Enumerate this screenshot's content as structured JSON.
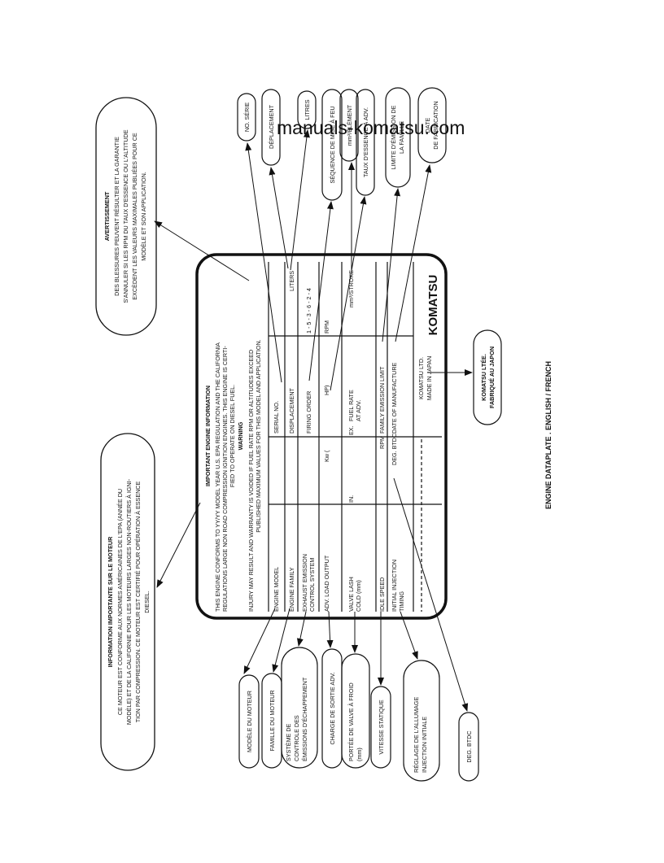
{
  "watermark": "manuals-komatsu.com",
  "caption": "ENGINE DATAPLATE . ENGLISH / FRENCH",
  "plate": {
    "header": "IMPORTANT ENGINE INFORMATION",
    "intro_1": "THIS ENGINE CONFORMS TO YY/YY MODEL YEAR U.S. EPA REGULATION AND THE CALIFORNIA",
    "intro_2": "REGULATIONS LARGE NON ROAD COMPRESSION IGNITION ENGINES. THIS ENGINE IS CERTI-",
    "intro_3": "FIED TO OPERATE ON DIESEL FUEL.",
    "warning_title": "WARNING",
    "warning_1": "INJURY MAY RESULT AND WARRANTY IS VOIDED IF FUEL RATE RPM OR ALTITUDES EXCEED",
    "warning_2": "PUBLISHED MAXIMUM VALUES FOR THIS MODEL AND APPLICATION.",
    "engine_model": "ENGINE MODEL",
    "serial_no": "SERIAL NO.",
    "engine_family": "ENGINE FAMILY",
    "displacement": "DISPLACEMENT",
    "liters": "LITERS",
    "exhaust_1": "EXHAUST EMISSION",
    "exhaust_2": "CONTROL SYSTEM",
    "firing_order": "FIRING ORDER",
    "firing_sequence": "1 - 5 - 3 - 6 - 2 - 4",
    "load_output": "ADV. LOAD OUTPUT",
    "kw": "Kw    (",
    "hp": "HP)",
    "rpm_load": "RPM",
    "valve_1": "VALVE LASH",
    "valve_2": "COLD (mm)",
    "in": "IN.",
    "ex": "EX.",
    "fuel_1": "FUEL RATE",
    "fuel_2": "AT ADV.",
    "stroke": "mm³/STROKE",
    "idle_speed": "IDLE SPEED",
    "rpm_idle": "RPM",
    "family_limit": "FAMILY EMISSION LIMIT",
    "injection_1": "INITIAL INJECTION",
    "injection_2": "TIMING",
    "deg_btdc": "DEG. BTDC",
    "date_manufacture": "DATE OF MANUFACTURE",
    "brand": "KOMATSU",
    "maker_1": "KOMATSU LTD.",
    "maker_2": "MADE IN JAPAN"
  },
  "callouts": {
    "avert_title": "AVERTISSEMENT",
    "avert_1": "DES BLESSURES PEUVENT RÉSULTER ET LA GARANTIE",
    "avert_2": "S'ANNULER SI LES RPM DU TAUX D'ESSENCE OU L'ALTITUDE",
    "avert_3": "EXCÈDENT LES VALEURS MAXIMALES PUBLIÉES POUR CE",
    "avert_4": "MODÈLE ET SON APPLICATION.",
    "info_title": "INFORMATION IMPORTANTE SUR LE MOTEUR",
    "info_1": "CE MOTEUR EST CONFORME AUX NORMES AMÉRICAINES DE L'EPA (ANNÉE DU",
    "info_2": "MODÈLE) ET DE LA CALIFORNIE POUR LES MOTEURS LARGES NON-ROUTIERS À IGNI-",
    "info_3": "TION PAR COMPRESSION. CE MOTEUR EST CERTIFIÉ POUR OPÉRATION À ESSENCE",
    "info_4": "DIESEL.",
    "no_serie": "NO. SÉRIE",
    "deplacement": "DÉPLACEMENT",
    "litres": "LITRES",
    "sequence": "SÉQUENCE DE MISE À FEU",
    "element": "mm³/ÉLÉMENT",
    "taux": "TAUX D'ESSENCE À ADV.",
    "limite_1": "LIMITE D'ÉMISSION DE",
    "limite_2": "LA FAMILLE",
    "date_1": "DATE",
    "date_2": "DE FABRICATION",
    "komatsu_1": "KOMATSU LTÉE.",
    "komatsu_2": "FABRIQUÉ AU JAPON",
    "modele": "MODÈLE DU MOTEUR",
    "famille": "FAMILLE DU MOTEUR",
    "systeme_1": "SYSTÈME DE",
    "systeme_2": "CONTROLE DES",
    "systeme_3": "ÉMISSIONS D'ÉCHAPPEMENT",
    "charge": "CHARGE DE SORTIE ADV.",
    "portee_1": "PORTÉE DE VALVE À FROID",
    "portee_2": "(mm)",
    "vitesse": "VITESSE STATIQUE",
    "reglage_1": "RÉGLAGE DE L'ALLUMAGE",
    "reglage_2": "INJECTION INITIALE",
    "deg_btdc": "DEG. BTDC"
  }
}
